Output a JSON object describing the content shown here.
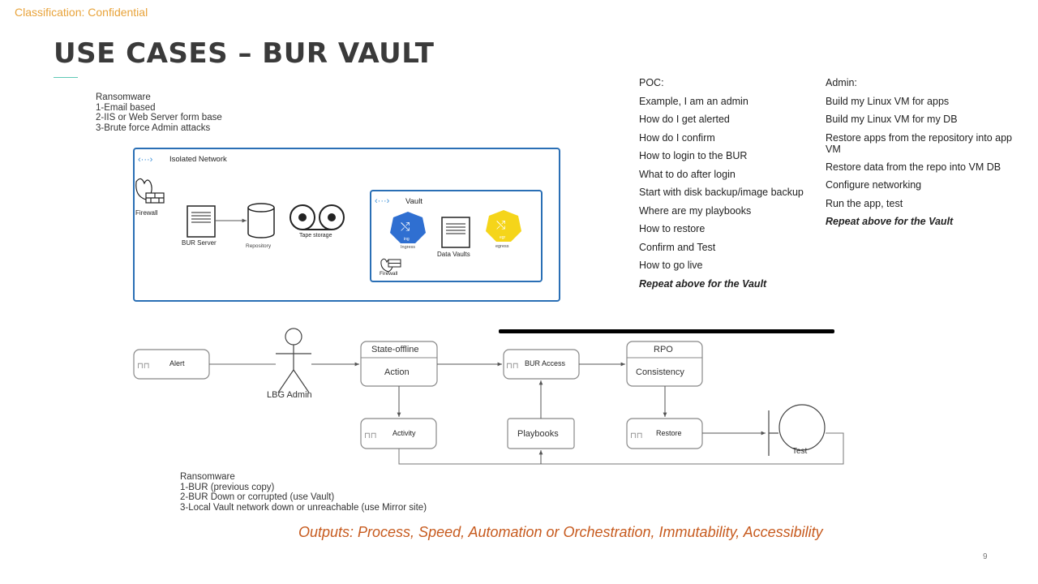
{
  "classification": "Classification: Confidential",
  "title": "USE CASES – BUR VAULT",
  "ransomware_top": {
    "heading": "Ransomware",
    "items": [
      "1-Email based",
      "2-IIS or Web Server form base",
      "3-Brute force Admin attacks"
    ]
  },
  "network_diagram": {
    "isolated_network_label": "Isolated Network",
    "firewall_label": "Firewall",
    "bur_server_label": "BUR Server",
    "repository_label": "Repository",
    "tape_storage_label": "Tape storage",
    "vault_label": "Vault",
    "ingress_label": "Ingress",
    "egress_label": "egress",
    "data_vaults_label": "Data Vaults",
    "vault_firewall_label": "Firewall",
    "ingress_badge": "ing",
    "egress_badge": "egr",
    "colors": {
      "border": "#2a6fb5",
      "ingress": "#2f6fd1",
      "egress": "#f5d51a"
    }
  },
  "poc": {
    "items": [
      "POC:",
      "Example, I am an admin",
      "How do I get alerted",
      "How do I confirm",
      "How to login to the BUR",
      "What to do after login",
      "Start with disk backup/image backup",
      "Where are my playbooks",
      "How to restore",
      "Confirm and Test",
      "How to go live",
      "Repeat above for the Vault"
    ]
  },
  "admin": {
    "items": [
      "Admin:",
      "Build my Linux VM for apps",
      "Build my Linux VM for my DB",
      "Restore apps from the repository into app",
      "VM",
      "Restore data from the repo into VM DB",
      "Configure networking",
      "Run the app, test",
      "Repeat above for the Vault"
    ]
  },
  "flow": {
    "alert": "Alert",
    "actor": "LBG Admin",
    "state_header": "State-offline",
    "state_body": "Action",
    "bur_access": "BUR Access",
    "rpo_header": "RPO",
    "rpo_body": "Consistency",
    "activity": "Activity",
    "playbooks": "Playbooks",
    "restore": "Restore",
    "test": "Test"
  },
  "ransomware_bottom": {
    "heading": "Ransomware",
    "items": [
      "1-BUR (previous copy)",
      "2-BUR Down or corrupted (use Vault)",
      "3-Local Vault network down or unreachable (use Mirror site)"
    ]
  },
  "outputs": "Outputs:  Process, Speed, Automation or Orchestration, Immutability, Accessibility",
  "page_number": "9"
}
